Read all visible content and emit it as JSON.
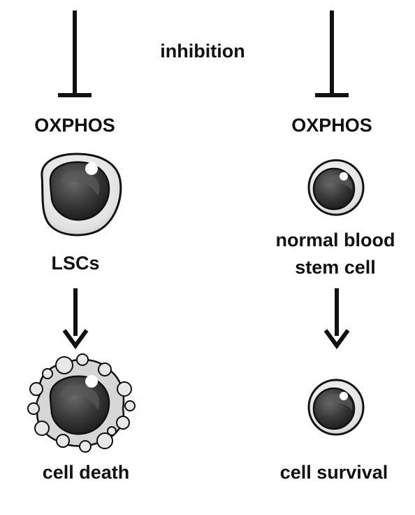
{
  "labels": {
    "inhibition": "inhibition",
    "left_target": "OXPHOS",
    "right_target": "OXPHOS",
    "left_cell": "LSCs",
    "right_cell_line1": "normal blood",
    "right_cell_line2": "stem cell",
    "left_outcome": "cell death",
    "right_outcome": "cell survival"
  },
  "colors": {
    "ink": "#111111",
    "nucleus_dark": "#2b2b2b",
    "nucleus_mid": "#4a4a4a",
    "cytoplasm": "#e6e6e6",
    "bleb": "#d8d8d8",
    "highlight": "#ffffff"
  },
  "icons": {
    "left_inhibition": "t-bar-inhibition-icon",
    "right_inhibition": "t-bar-inhibition-icon",
    "left_arrow": "down-arrow-icon",
    "right_arrow": "down-arrow-icon"
  }
}
